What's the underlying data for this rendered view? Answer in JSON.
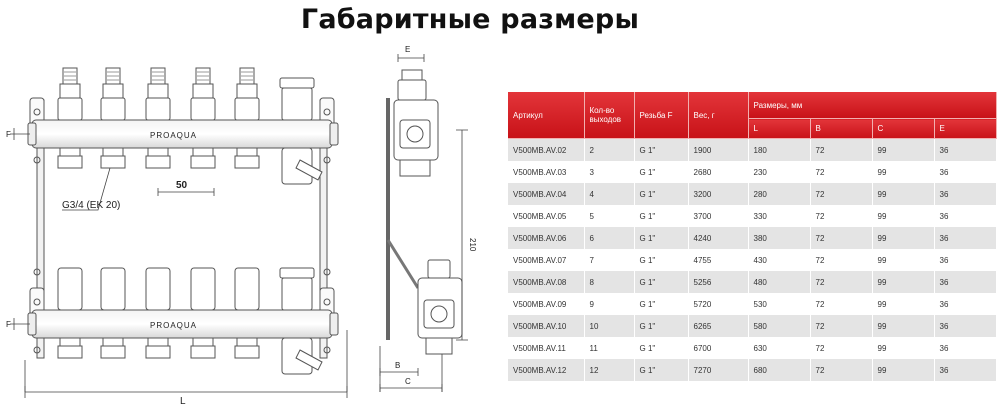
{
  "title": "Габаритные размеры",
  "drawing": {
    "brand": "PROAQUA",
    "dim_f": "F",
    "dim_50": "50",
    "thread": "G3/4 (EK 20)",
    "dim_l": "L",
    "dim_e": "E",
    "dim_210": "210",
    "dim_b": "B",
    "dim_c": "C"
  },
  "table": {
    "headers": {
      "article": "Артикул",
      "outlets": "Кол-во выходов",
      "thread": "Резьба F",
      "weight": "Вес, г",
      "sizes": "Размеры, мм",
      "l": "L",
      "b": "B",
      "c": "C",
      "e": "E"
    },
    "rows": [
      {
        "article": "V500MB.AV.02",
        "outlets": "2",
        "thread": "G 1\"",
        "weight": "1900",
        "l": "180",
        "b": "72",
        "c": "99",
        "e": "36"
      },
      {
        "article": "V500MB.AV.03",
        "outlets": "3",
        "thread": "G 1\"",
        "weight": "2680",
        "l": "230",
        "b": "72",
        "c": "99",
        "e": "36"
      },
      {
        "article": "V500MB.AV.04",
        "outlets": "4",
        "thread": "G 1\"",
        "weight": "3200",
        "l": "280",
        "b": "72",
        "c": "99",
        "e": "36"
      },
      {
        "article": "V500MB.AV.05",
        "outlets": "5",
        "thread": "G 1\"",
        "weight": "3700",
        "l": "330",
        "b": "72",
        "c": "99",
        "e": "36"
      },
      {
        "article": "V500MB.AV.06",
        "outlets": "6",
        "thread": "G 1\"",
        "weight": "4240",
        "l": "380",
        "b": "72",
        "c": "99",
        "e": "36"
      },
      {
        "article": "V500MB.AV.07",
        "outlets": "7",
        "thread": "G 1\"",
        "weight": "4755",
        "l": "430",
        "b": "72",
        "c": "99",
        "e": "36"
      },
      {
        "article": "V500MB.AV.08",
        "outlets": "8",
        "thread": "G 1\"",
        "weight": "5256",
        "l": "480",
        "b": "72",
        "c": "99",
        "e": "36"
      },
      {
        "article": "V500MB.AV.09",
        "outlets": "9",
        "thread": "G 1\"",
        "weight": "5720",
        "l": "530",
        "b": "72",
        "c": "99",
        "e": "36"
      },
      {
        "article": "V500MB.AV.10",
        "outlets": "10",
        "thread": "G 1\"",
        "weight": "6265",
        "l": "580",
        "b": "72",
        "c": "99",
        "e": "36"
      },
      {
        "article": "V500MB.AV.11",
        "outlets": "11",
        "thread": "G 1\"",
        "weight": "6700",
        "l": "630",
        "b": "72",
        "c": "99",
        "e": "36"
      },
      {
        "article": "V500MB.AV.12",
        "outlets": "12",
        "thread": "G 1\"",
        "weight": "7270",
        "l": "680",
        "b": "72",
        "c": "99",
        "e": "36"
      }
    ]
  },
  "colors": {
    "header_red": "#d01f25",
    "row_gray": "#e4e4e4",
    "line": "#555555"
  }
}
